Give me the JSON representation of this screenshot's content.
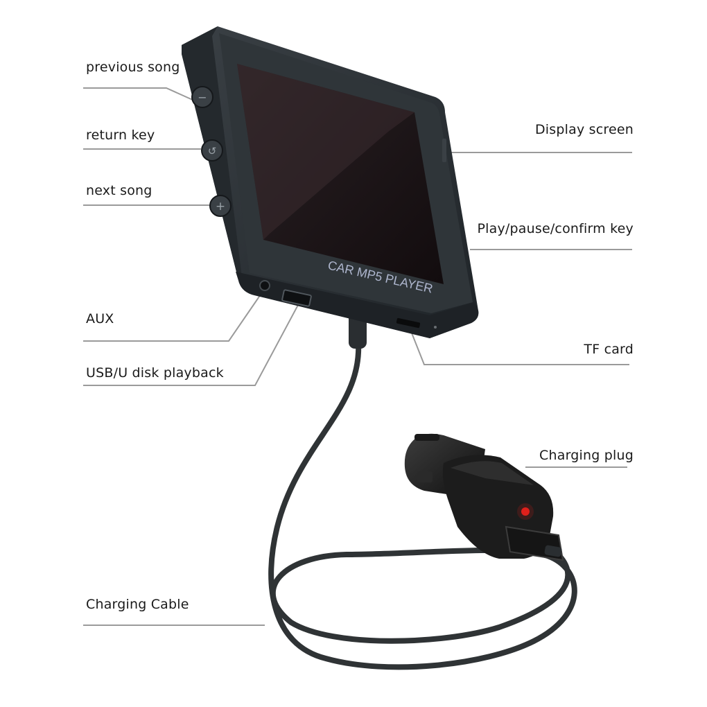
{
  "device": {
    "brand_text": "CAR MP5 PLAYER",
    "button_glyphs": {
      "previous": "−",
      "return": "↺",
      "next": "+"
    }
  },
  "labels": {
    "previous_song": "previous song",
    "return_key": "return key",
    "next_song": "next song",
    "aux": "AUX",
    "usb": "USB/U disk playback",
    "display_screen": "Display screen",
    "play_pause": "Play/pause/confirm key",
    "tf_card": "TF card",
    "charging_plug": "Charging plug",
    "charging_cable": "Charging Cable"
  },
  "colors": {
    "device_body": "#2b3034",
    "screen": "#1c1416",
    "led": "#e0201c",
    "leader_line": "#9a9a9a"
  }
}
